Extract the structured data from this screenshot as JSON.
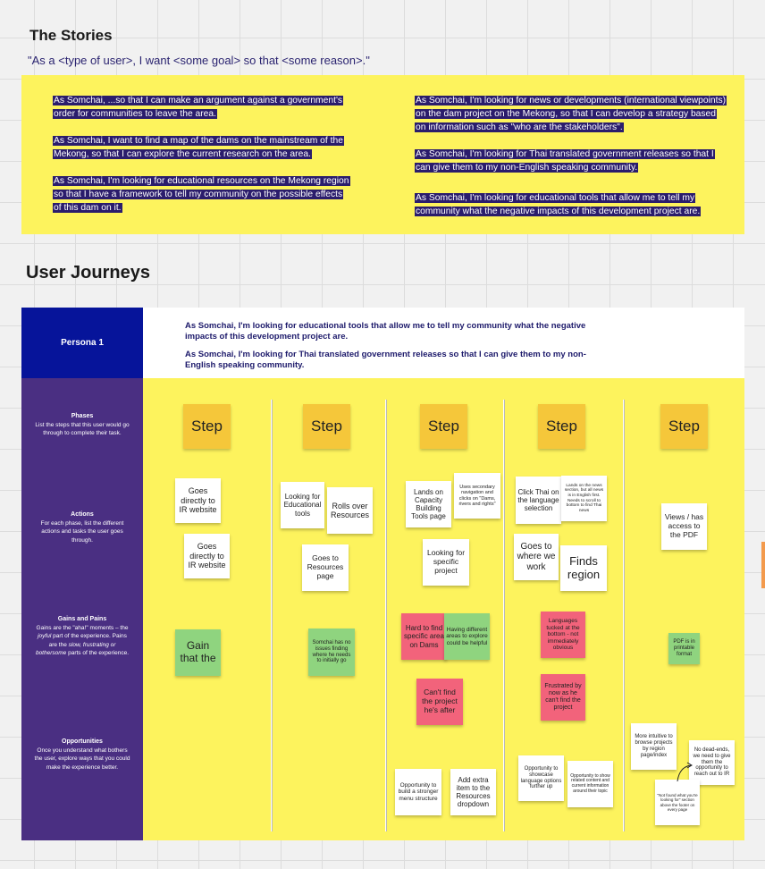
{
  "stories": {
    "title": "The Stories",
    "template": "\"As a <type of user>, I want <some goal> so that <some reason>.\"",
    "left": [
      "As Somchai, ...so that I can make an argument against a government's order for communities to leave the area.",
      "As Somchai, I want to find a map of the dams on the mainstream of the Mekong, so that I can explore the current research on the area.",
      "As Somchai, I'm looking for educational resources on the Mekong region so that I have a framework to tell my community on the possible effects of this dam on it."
    ],
    "right": [
      "As Somchai, I'm looking for news or developments (international viewpoints) on the dam project on the Mekong, so that I can develop a strategy based on information such as \"who are the stakeholders\".",
      "As Somchai, I'm looking for Thai translated government releases so that I can give them to my non-English speaking community.",
      "As Somchai, I'm looking for educational tools that allow me to tell my community what the negative impacts of this development project are."
    ]
  },
  "journeys": {
    "title": "User Journeys",
    "persona_label": "Persona 1",
    "persona_goals": [
      "As Somchai, I'm looking for educational tools that allow me to tell my community what the negative impacts of this development project are.",
      "As Somchai, I'm looking for Thai translated government releases so that I can give them to my non-English speaking community."
    ]
  },
  "side_labels": {
    "phases_title": "Phases",
    "phases_desc": "List the steps that this user would go through to complete their task.",
    "actions_title": "Actions",
    "actions_desc": "For each phase, list the different actions and tasks the user goes through.",
    "gains_title": "Gains and Pains",
    "gains_desc_1": "Gains are the \"aha!\" moments – the",
    "gains_desc_joyful": "joyful",
    "gains_desc_2": "part of the experience.",
    "gains_desc_3": "Pains are the",
    "gains_desc_slow": "slow, frustrating or bothersome",
    "gains_desc_4": "parts of the experience.",
    "opps_title": "Opportunities",
    "opps_desc": "Once you understand what bothers the user, explore ways that you could make the experience better."
  },
  "steps": [
    "Step",
    "Step",
    "Step",
    "Step",
    "Step"
  ],
  "notes": {
    "c1_a1": "Goes directly to IR website",
    "c1_a2": "Goes directly to IR website",
    "c1_g1": "Gain that the",
    "c2_a1": "Looking for Educational tools",
    "c2_a2": "Rolls over Resources",
    "c2_a3": "Goes to Resources page",
    "c2_g1": "Somchai has no issues finding where he needs to initially go",
    "c3_a1": "Lands on Capacity Building Tools page",
    "c3_a2": "Uses secondary navigation and clicks on \"Dams, rivers and rights\"",
    "c3_a3": "Looking for specific project",
    "c3_p1": "Hard to find specific area on Dams",
    "c3_g1": "Having different areas to explore could be helpful",
    "c3_p2": "Can't find the project he's after",
    "c3_o1": "Opportunity to build a stronger menu structure",
    "c3_o2": "Add extra item to the Resources dropdown",
    "c4_a1": "Click Thai on the language selection",
    "c4_a2": "Lands on the news section, but all news is in English first. Needs to scroll to bottom to find Thai news",
    "c4_a3": "Goes to where we work",
    "c4_a4": "Finds region",
    "c4_p1": "Languages tucked at the bottom - not immediately obvious",
    "c4_p2": "Frustrated by now as he can't find the project",
    "c4_o1": "Opportunity to showcase language options further up",
    "c4_o2": "Opportunity to show related content and current information around their topic",
    "c5_a1": "Views / has access to the PDF",
    "c5_g1": "PDF is in printable format",
    "c5_o1": "More intuitive to browse projects by region page/index",
    "c5_o2": "No dead-ends, we need to give them the opportunity to reach out to IR",
    "c5_o3": "\"Not found what you're looking for\" section above the footer on every page"
  },
  "colors": {
    "board_yellow": "#fdf35d",
    "step_orange": "#f5c73a",
    "persona_blue": "#06149a",
    "side_purple": "#4a2f82",
    "pain_red": "#f2637b",
    "gain_green": "#8fd47f",
    "story_highlight": "#2b1d6c"
  }
}
